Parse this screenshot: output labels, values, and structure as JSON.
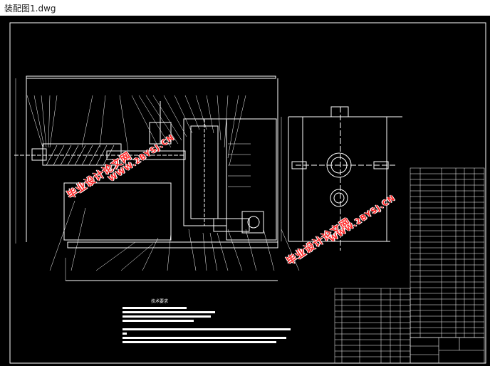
{
  "window": {
    "title": "装配图1.dwg"
  },
  "theme": {
    "canvas_bg": "#000000",
    "line": "#ffffff",
    "watermark": "#ff2a2a"
  },
  "watermarks": {
    "cn_label": "毕业设计论文网",
    "url_label": "WWW.2BYSJ.CN"
  },
  "notes": {
    "title": "技术要求"
  }
}
